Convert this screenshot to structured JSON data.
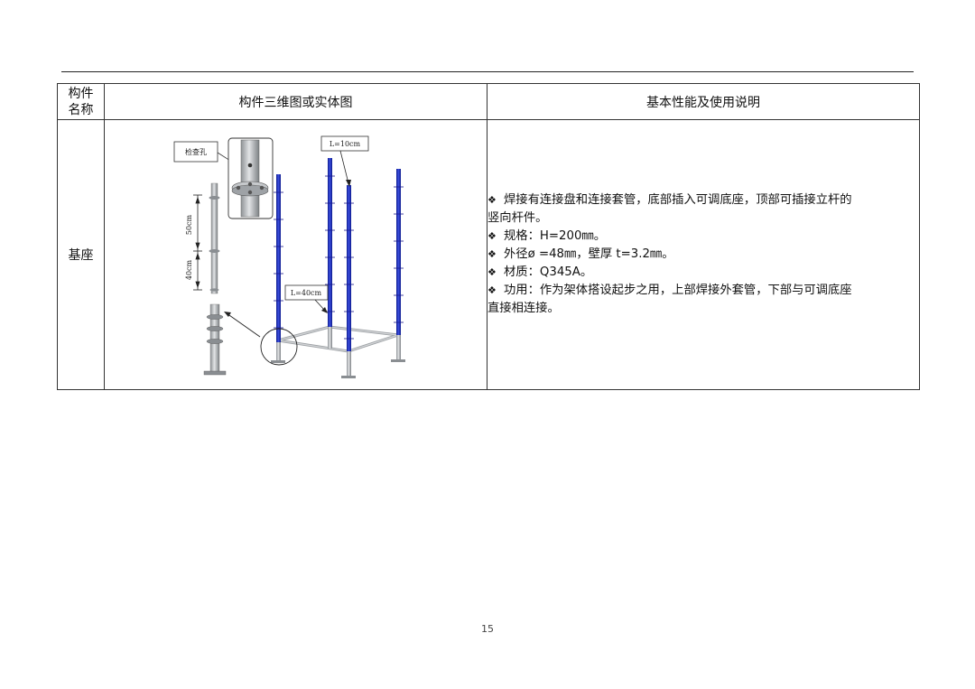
{
  "table": {
    "headers": {
      "name": "构件名称",
      "name_line1": "构件",
      "name_line2": "名称",
      "figure": "构件三维图或实体图",
      "description": "基本性能及使用说明"
    },
    "row": {
      "name": "基座",
      "figure_labels": {
        "hole": "检查孔",
        "l10": "L=10cm",
        "l40": "L=40cm",
        "dim50": "50cm",
        "dim40": "40cm"
      },
      "bullet_symbol": "❖",
      "items": [
        {
          "text": "焊接有连接盘和连接套管，底部插入可调底座，顶部可插接立杆的",
          "continuation": "竖向杆件。"
        },
        {
          "text": "规格：H=200㎜。"
        },
        {
          "text": "外径ø =48㎜，壁厚 t=3.2㎜。"
        },
        {
          "text": "材质：Q345A。"
        },
        {
          "text": "功用：作为架体搭设起步之用，上部焊接外套管，下部与可调底座",
          "continuation": "直接相连接。"
        }
      ]
    }
  },
  "page_number": "15",
  "colors": {
    "pole": "#1f2fb4",
    "frame": "#a0a4a8",
    "border": "#333333"
  }
}
